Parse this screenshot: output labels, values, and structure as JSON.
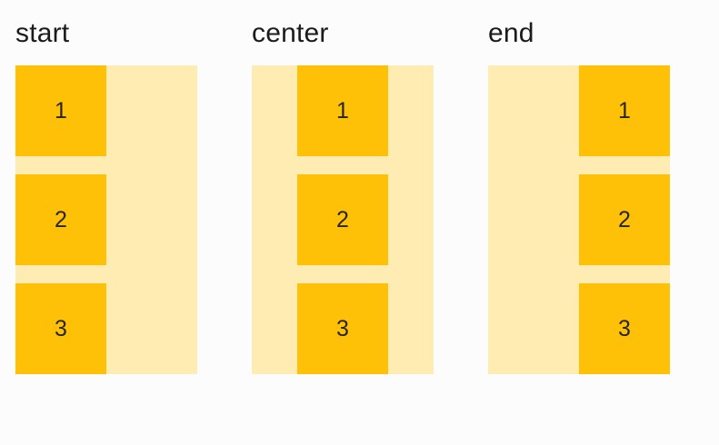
{
  "colors": {
    "page_bg": "#fcfcfd",
    "container_bg": "#ffecb3",
    "item_bg": "#ffc107",
    "label_color": "#1b1b1b",
    "item_text_color": "#262626"
  },
  "groups": [
    {
      "label": "start",
      "align": "flex-start",
      "items": [
        "1",
        "2",
        "3"
      ]
    },
    {
      "label": "center",
      "align": "center",
      "items": [
        "1",
        "2",
        "3"
      ]
    },
    {
      "label": "end",
      "align": "flex-end",
      "items": [
        "1",
        "2",
        "3"
      ]
    }
  ]
}
